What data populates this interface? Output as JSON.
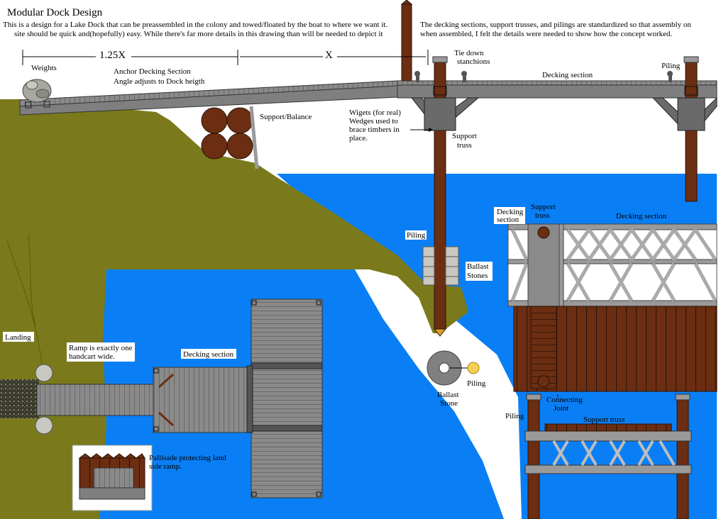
{
  "title": "Modular Dock Design",
  "intro_line_1": "This is a design for a Lake Dock that can be preassembled in the colony and towed/floated by the boat to where we want it.",
  "intro_line_2": "site should be quick and(hopefully) easy.  While there's far more details in this drawing than will be needed to depict it",
  "note_line_1": "The decking sections, support trusses, and pilings are standardized so that assembly on",
  "note_line_2": "when assembled, I felt the details were needed to show how the concept worked.",
  "dimensions": {
    "anchor_span": "1.25X",
    "deck_span": "X"
  },
  "labels": {
    "weights": "Weights",
    "anchor_section_1": "Anchor Decking Section",
    "anchor_section_2": "Angle adjusts to Dock heigth",
    "support_balance": "Support/Balance",
    "tie_down_1": "Tie down",
    "tie_down_2": "stanchions",
    "decking_top": "Decking section",
    "piling_top": "Piling",
    "wedges_1": "Wigets (for real)",
    "wedges_2": "Wedges used to",
    "wedges_3": "brace timbers in",
    "wedges_4": "place.",
    "support_truss_1": "Support",
    "support_truss_2": "truss",
    "piling_mid": "Piling",
    "ballast_stones_1": "Ballast",
    "ballast_stones_2": "Stones",
    "landing": "Landing",
    "ramp_1": "Ramp is exactly one",
    "ramp_2": "handcart wide.",
    "decking_plan": "Decking section",
    "ballast_stone_1": "Ballast",
    "ballast_stone_2": "Stone",
    "piling_plan": "Piling",
    "pallisade_1": "Pallisade protecting land",
    "pallisade_2": "side ramp.",
    "detail_decking_1": "Decking",
    "detail_decking_2": "section",
    "detail_truss_1": "Support",
    "detail_truss_2": "truss",
    "detail_decking_right": "Decking section",
    "connecting_1": "Connecting",
    "connecting_2": "Joint",
    "piling_bottom": "Piling",
    "support_truss_bottom": "Support truss"
  },
  "colors": {
    "water": "#0a7ff5",
    "ground": "#7a7a1c",
    "wood": "#6b2e12",
    "deck_gray": "#7f7f7f",
    "deck_dark": "#4a4a4a",
    "sand": "#ffffff"
  }
}
